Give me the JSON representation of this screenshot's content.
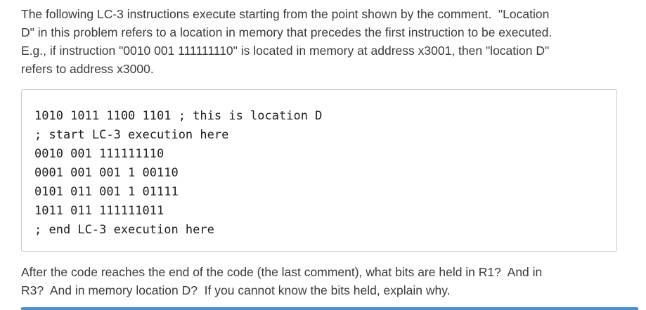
{
  "intro": {
    "lines": [
      "The following LC-3 instructions execute starting from the point shown by the comment.  \"Location",
      "D\" in this problem refers to a location in memory that precedes the first instruction to be executed.",
      "E.g., if instruction \"0010 001 111111110\" is located in memory at address x3001, then \"location D\"",
      "refers to address x3000."
    ]
  },
  "code_block": {
    "lines": [
      "1010 1011 1100 1101 ; this is location D",
      "; start LC-3 execution here",
      "0010 001 111111110",
      "0001 001 001 1 00110",
      "0101 011 001 1 01111",
      "1011 011 111111011",
      "; end LC-3 execution here"
    ]
  },
  "question": {
    "lines": [
      "After the code reaches the end of the code (the last comment), what bits are held in R1?  And in",
      "R3?  And in memory location D?  If you cannot know the bits held, explain why."
    ]
  },
  "colors": {
    "body_text": "#3b3b3b",
    "code_text": "#1e1e1e",
    "code_box_border": "#c9c9c9",
    "bottom_bar_accent": "#4a90d2",
    "background": "#ffffff"
  }
}
